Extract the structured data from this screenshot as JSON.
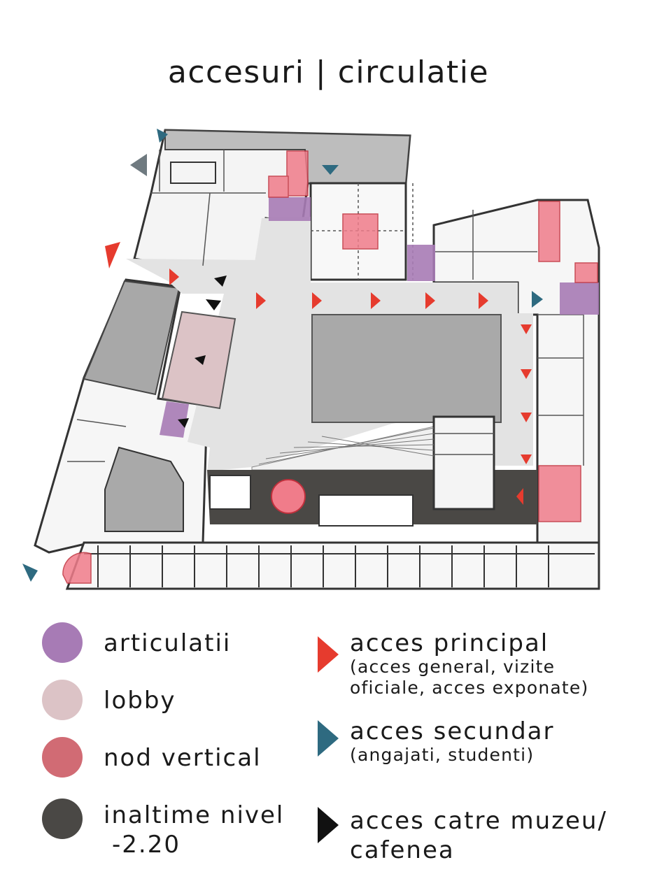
{
  "title": "accesuri | circulatie",
  "colors": {
    "articulatii": "#a77bb5",
    "lobby": "#dcc3c6",
    "nod_vertical": "#d16b74",
    "inaltime_nivel": "#4a4845",
    "acces_principal": "#e63b2e",
    "acces_secundar": "#2e6a80",
    "acces_muzeu": "#111111",
    "circulation_floor": "#e2e2e2",
    "exterior_gray": "#9c9c9c"
  },
  "legend_left": [
    {
      "label": "articulatii",
      "color": "#a77bb5"
    },
    {
      "label": "lobby",
      "color": "#dcc3c6"
    },
    {
      "label": "nod vertical",
      "color": "#d16b74"
    },
    {
      "label": "inaltime nivel",
      "label2": "-2.20",
      "color": "#4a4845"
    }
  ],
  "legend_right": [
    {
      "label": "acces principal",
      "sub1": "(acces general, vizite",
      "sub2": "oficiale, acces exponate)",
      "color": "#e63b2e"
    },
    {
      "label": "acces secundar",
      "sub1": "(angajati, studenti)",
      "color": "#2e6a80"
    },
    {
      "label": "acces catre muzeu/",
      "label2": "cafenea",
      "color": "#111111"
    }
  ]
}
